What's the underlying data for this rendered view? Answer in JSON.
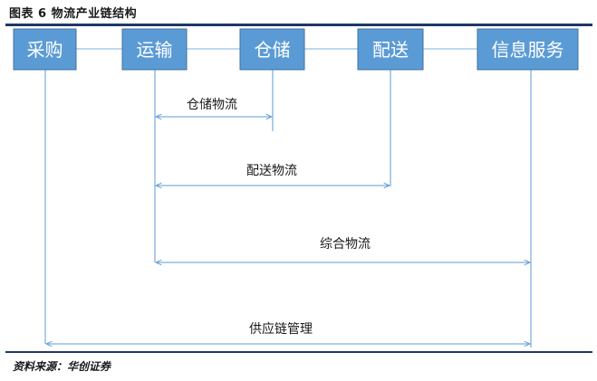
{
  "figure": {
    "title": "图表 6 物流产业链结构",
    "source": "资料来源：华创证券"
  },
  "nodes": [
    {
      "id": "procurement",
      "label": "采购"
    },
    {
      "id": "transport",
      "label": "运输"
    },
    {
      "id": "warehouse",
      "label": "仓储"
    },
    {
      "id": "distribution",
      "label": "配送"
    },
    {
      "id": "info-service",
      "label": "信息服务"
    }
  ],
  "flows": [
    {
      "id": "warehouse-logistics",
      "label": "仓储物流",
      "from": "transport",
      "to": "warehouse"
    },
    {
      "id": "distribution-logistics",
      "label": "配送物流",
      "from": "transport",
      "to": "distribution"
    },
    {
      "id": "integrated-logistics",
      "label": "综合物流",
      "from": "transport",
      "to": "info-service"
    },
    {
      "id": "supply-chain-management",
      "label": "供应链管理",
      "from": "procurement",
      "to": "info-service"
    }
  ],
  "colors": {
    "node_fill": "#5b9bd5",
    "node_stroke": "#41719c",
    "connector": "#5b9bd5",
    "rule": "#1f3864"
  }
}
